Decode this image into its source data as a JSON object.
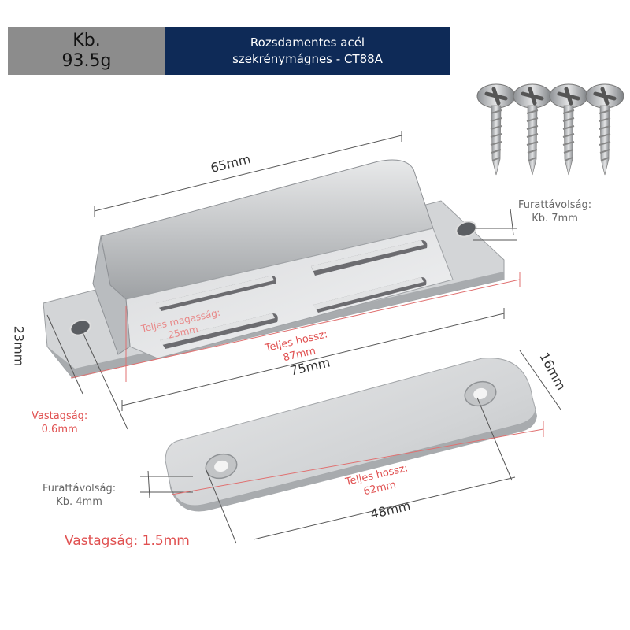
{
  "header": {
    "weight_line1": "Kb.",
    "weight_line2": "93.5g",
    "title_line1": "Rozsdamentes acél",
    "title_line2": "szekrénymágnes - CT88A",
    "weight_bg": "#8c8c8c",
    "title_bg": "#0e2a57"
  },
  "dimensions": {
    "top_length": "65mm",
    "height": "23mm",
    "base_length": "75mm",
    "plate_width": "16mm",
    "plate_hole_distance": "48mm"
  },
  "notes": {
    "hole_distance_top_label": "Furattávolság:",
    "hole_distance_top_value": "Kb. 7mm",
    "hole_distance_bottom_label": "Furattávolság:",
    "hole_distance_bottom_value": "Kb. 4mm",
    "thickness_catch_label": "Vastagság:",
    "thickness_catch_value": "0.6mm",
    "thickness_plate": "Vastagság: 1.5mm",
    "total_height_label": "Teljes magasság:",
    "total_height_value": "25mm",
    "total_length_catch_label": "Teljes hossz:",
    "total_length_catch_value": "87mm",
    "total_length_plate_label": "Teljes hossz:",
    "total_length_plate_value": "62mm"
  },
  "icons": {
    "screws": [
      "screw-icon",
      "screw-icon",
      "screw-icon",
      "screw-icon"
    ]
  },
  "colors": {
    "accent_red": "#e05050",
    "steel": "#c9cbcd",
    "magnet": "#6c6c70"
  }
}
